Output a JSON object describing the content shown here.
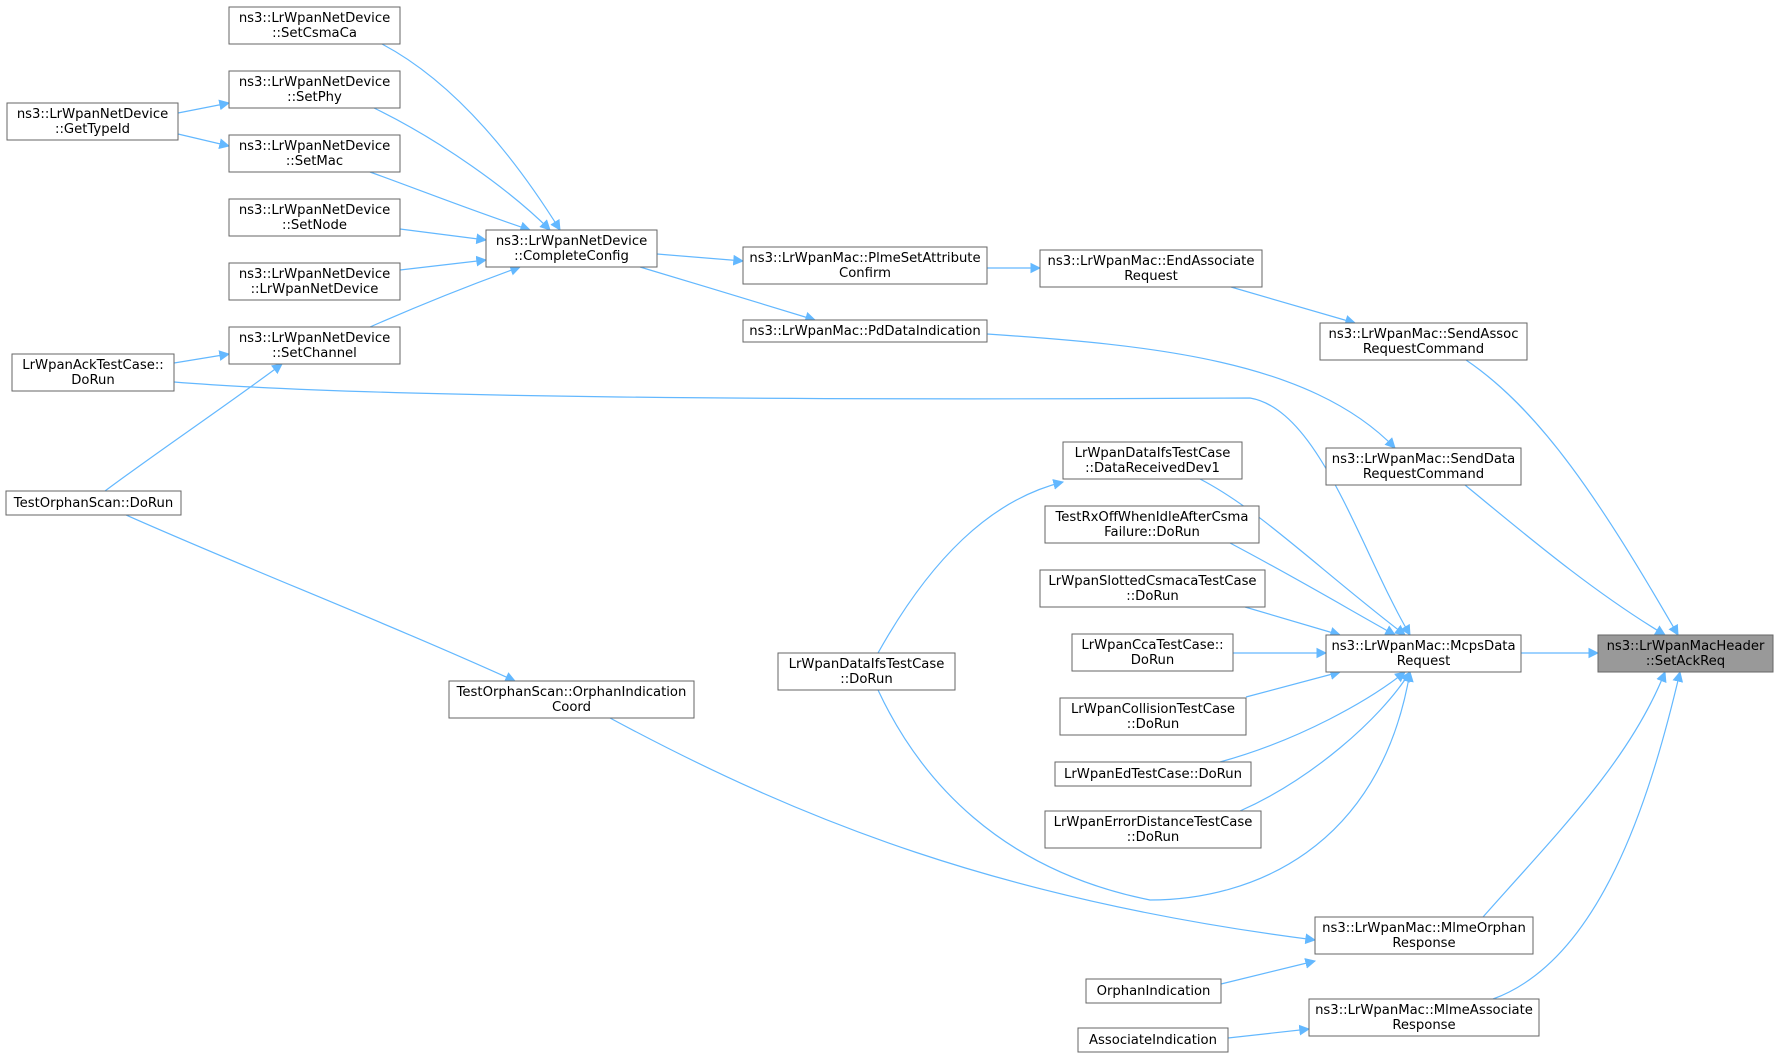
{
  "colors": {
    "edge": "#63b8ff",
    "node_fill": "#ffffff",
    "node_stroke": "#666666",
    "highlight_fill": "#999999"
  },
  "nodes": [
    {
      "id": "setackreq",
      "lines": [
        "ns3::LrWpanMacHeader",
        "::SetAckReq"
      ],
      "highlight": true
    },
    {
      "id": "mcpsdata",
      "lines": [
        "ns3::LrWpanMac::McpsData",
        "Request"
      ]
    },
    {
      "id": "sendassoc",
      "lines": [
        "ns3::LrWpanMac::SendAssoc",
        "RequestCommand"
      ]
    },
    {
      "id": "senddata",
      "lines": [
        "ns3::LrWpanMac::SendData",
        "RequestCommand"
      ]
    },
    {
      "id": "mlmeorphan",
      "lines": [
        "ns3::LrWpanMac::MlmeOrphan",
        "Response"
      ]
    },
    {
      "id": "mlmeassociate",
      "lines": [
        "ns3::LrWpanMac::MlmeAssociate",
        "Response"
      ]
    },
    {
      "id": "endassociate",
      "lines": [
        "ns3::LrWpanMac::EndAssociate",
        "Request"
      ]
    },
    {
      "id": "plmeset",
      "lines": [
        "ns3::LrWpanMac::PlmeSetAttribute",
        "Confirm"
      ]
    },
    {
      "id": "pddata",
      "lines": [
        "ns3::LrWpanMac::PdDataIndication"
      ]
    },
    {
      "id": "completeconfig",
      "lines": [
        "ns3::LrWpanNetDevice",
        "::CompleteConfig"
      ]
    },
    {
      "id": "setcsmaca",
      "lines": [
        "ns3::LrWpanNetDevice",
        "::SetCsmaCa"
      ]
    },
    {
      "id": "setphy",
      "lines": [
        "ns3::LrWpanNetDevice",
        "::SetPhy"
      ]
    },
    {
      "id": "setmac",
      "lines": [
        "ns3::LrWpanNetDevice",
        "::SetMac"
      ]
    },
    {
      "id": "setnode",
      "lines": [
        "ns3::LrWpanNetDevice",
        "::SetNode"
      ]
    },
    {
      "id": "ctor",
      "lines": [
        "ns3::LrWpanNetDevice",
        "::LrWpanNetDevice"
      ]
    },
    {
      "id": "setchannel",
      "lines": [
        "ns3::LrWpanNetDevice",
        "::SetChannel"
      ]
    },
    {
      "id": "gettypeid",
      "lines": [
        "ns3::LrWpanNetDevice",
        "::GetTypeId"
      ]
    },
    {
      "id": "acktest",
      "lines": [
        "LrWpanAckTestCase::",
        "DoRun"
      ]
    },
    {
      "id": "orphanscan",
      "lines": [
        "TestOrphanScan::DoRun"
      ]
    },
    {
      "id": "orphancoord",
      "lines": [
        "TestOrphanScan::OrphanIndication",
        "Coord"
      ]
    },
    {
      "id": "dataifsdev1",
      "lines": [
        "LrWpanDataIfsTestCase",
        "::DataReceivedDev1"
      ]
    },
    {
      "id": "dataifsdorun",
      "lines": [
        "LrWpanDataIfsTestCase",
        "::DoRun"
      ]
    },
    {
      "id": "rxoff",
      "lines": [
        "TestRxOffWhenIdleAfterCsma",
        "Failure::DoRun"
      ]
    },
    {
      "id": "slotted",
      "lines": [
        "LrWpanSlottedCsmacaTestCase",
        "::DoRun"
      ]
    },
    {
      "id": "cca",
      "lines": [
        "LrWpanCcaTestCase::",
        "DoRun"
      ]
    },
    {
      "id": "collision",
      "lines": [
        "LrWpanCollisionTestCase",
        "::DoRun"
      ]
    },
    {
      "id": "ed",
      "lines": [
        "LrWpanEdTestCase::DoRun"
      ]
    },
    {
      "id": "errordist",
      "lines": [
        "LrWpanErrorDistanceTestCase",
        "::DoRun"
      ]
    },
    {
      "id": "orphanind",
      "lines": [
        "OrphanIndication"
      ]
    },
    {
      "id": "assocind",
      "lines": [
        "AssociateIndication"
      ]
    }
  ],
  "edges": [
    {
      "from": "mcpsdata",
      "to": "setackreq"
    },
    {
      "from": "sendassoc",
      "to": "setackreq"
    },
    {
      "from": "senddata",
      "to": "setackreq"
    },
    {
      "from": "mlmeorphan",
      "to": "setackreq"
    },
    {
      "from": "mlmeassociate",
      "to": "setackreq"
    },
    {
      "from": "endassociate",
      "to": "sendassoc"
    },
    {
      "from": "plmeset",
      "to": "endassociate"
    },
    {
      "from": "completeconfig",
      "to": "plmeset"
    },
    {
      "from": "completeconfig",
      "to": "pddata"
    },
    {
      "from": "pddata",
      "to": "senddata"
    },
    {
      "from": "setcsmaca",
      "to": "completeconfig"
    },
    {
      "from": "setphy",
      "to": "completeconfig"
    },
    {
      "from": "setmac",
      "to": "completeconfig"
    },
    {
      "from": "setnode",
      "to": "completeconfig"
    },
    {
      "from": "ctor",
      "to": "completeconfig"
    },
    {
      "from": "setchannel",
      "to": "completeconfig"
    },
    {
      "from": "gettypeid",
      "to": "setphy"
    },
    {
      "from": "gettypeid",
      "to": "setmac"
    },
    {
      "from": "acktest",
      "to": "setchannel"
    },
    {
      "from": "orphanscan",
      "to": "setchannel"
    },
    {
      "from": "acktest",
      "to": "mcpsdata"
    },
    {
      "from": "orphanscan",
      "to": "orphancoord"
    },
    {
      "from": "orphancoord",
      "to": "mlmeorphan"
    },
    {
      "from": "dataifsdev1",
      "to": "mcpsdata"
    },
    {
      "from": "dataifsdorun",
      "to": "dataifsdev1"
    },
    {
      "from": "dataifsdorun",
      "to": "mcpsdata"
    },
    {
      "from": "rxoff",
      "to": "mcpsdata"
    },
    {
      "from": "slotted",
      "to": "mcpsdata"
    },
    {
      "from": "cca",
      "to": "mcpsdata"
    },
    {
      "from": "collision",
      "to": "mcpsdata"
    },
    {
      "from": "ed",
      "to": "mcpsdata"
    },
    {
      "from": "errordist",
      "to": "mcpsdata"
    },
    {
      "from": "orphanind",
      "to": "mlmeorphan"
    },
    {
      "from": "assocind",
      "to": "mlmeassociate"
    }
  ]
}
